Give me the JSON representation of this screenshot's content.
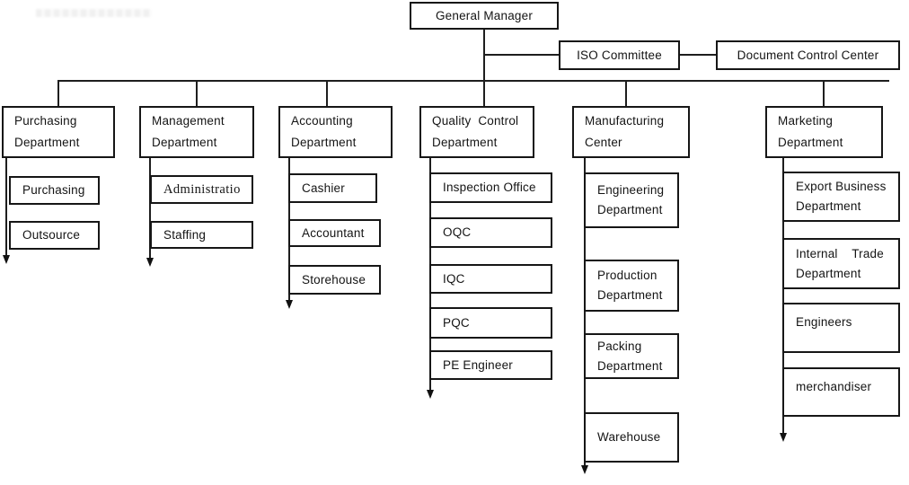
{
  "root": {
    "label": "General Manager"
  },
  "staff_boxes": [
    {
      "label": "ISO Committee"
    },
    {
      "label": "Document Control Center"
    }
  ],
  "departments": [
    {
      "name_lines": [
        "Purchasing",
        "Department"
      ],
      "children": [
        {
          "lines": [
            "Purchasing"
          ]
        },
        {
          "lines": [
            "Outsource"
          ]
        }
      ]
    },
    {
      "name_lines": [
        "Management",
        "Department"
      ],
      "children": [
        {
          "lines": [
            "Administratio"
          ]
        },
        {
          "lines": [
            "Staffing"
          ]
        }
      ]
    },
    {
      "name_lines": [
        "Accounting",
        "Department"
      ],
      "children": [
        {
          "lines": [
            "Cashier"
          ]
        },
        {
          "lines": [
            "Accountant"
          ]
        },
        {
          "lines": [
            "Storehouse"
          ]
        }
      ]
    },
    {
      "name_lines": [
        "Quality  Control",
        "Department"
      ],
      "children": [
        {
          "lines": [
            "Inspection Office"
          ]
        },
        {
          "lines": [
            "OQC"
          ]
        },
        {
          "lines": [
            "IQC"
          ]
        },
        {
          "lines": [
            "PQC"
          ]
        },
        {
          "lines": [
            "PE Engineer"
          ]
        }
      ]
    },
    {
      "name_lines": [
        "Manufacturing",
        "Center"
      ],
      "children": [
        {
          "lines": [
            "Engineering",
            "Department"
          ]
        },
        {
          "lines": [
            "Production",
            "Department"
          ]
        },
        {
          "lines": [
            "Packing",
            "Department"
          ]
        },
        {
          "lines": [
            "Warehouse"
          ]
        }
      ]
    },
    {
      "name_lines": [
        "Marketing",
        "Department"
      ],
      "children": [
        {
          "lines": [
            "Export Business",
            "Department"
          ]
        },
        {
          "lines": [
            "Internal    Trade",
            "Department"
          ]
        },
        {
          "lines": [
            "Engineers"
          ]
        },
        {
          "lines": [
            "merchandiser"
          ]
        }
      ]
    }
  ],
  "colors": {
    "line": "#1e1e1e",
    "box_border": "#161616",
    "background": "#ffffff",
    "text": "#141414"
  }
}
